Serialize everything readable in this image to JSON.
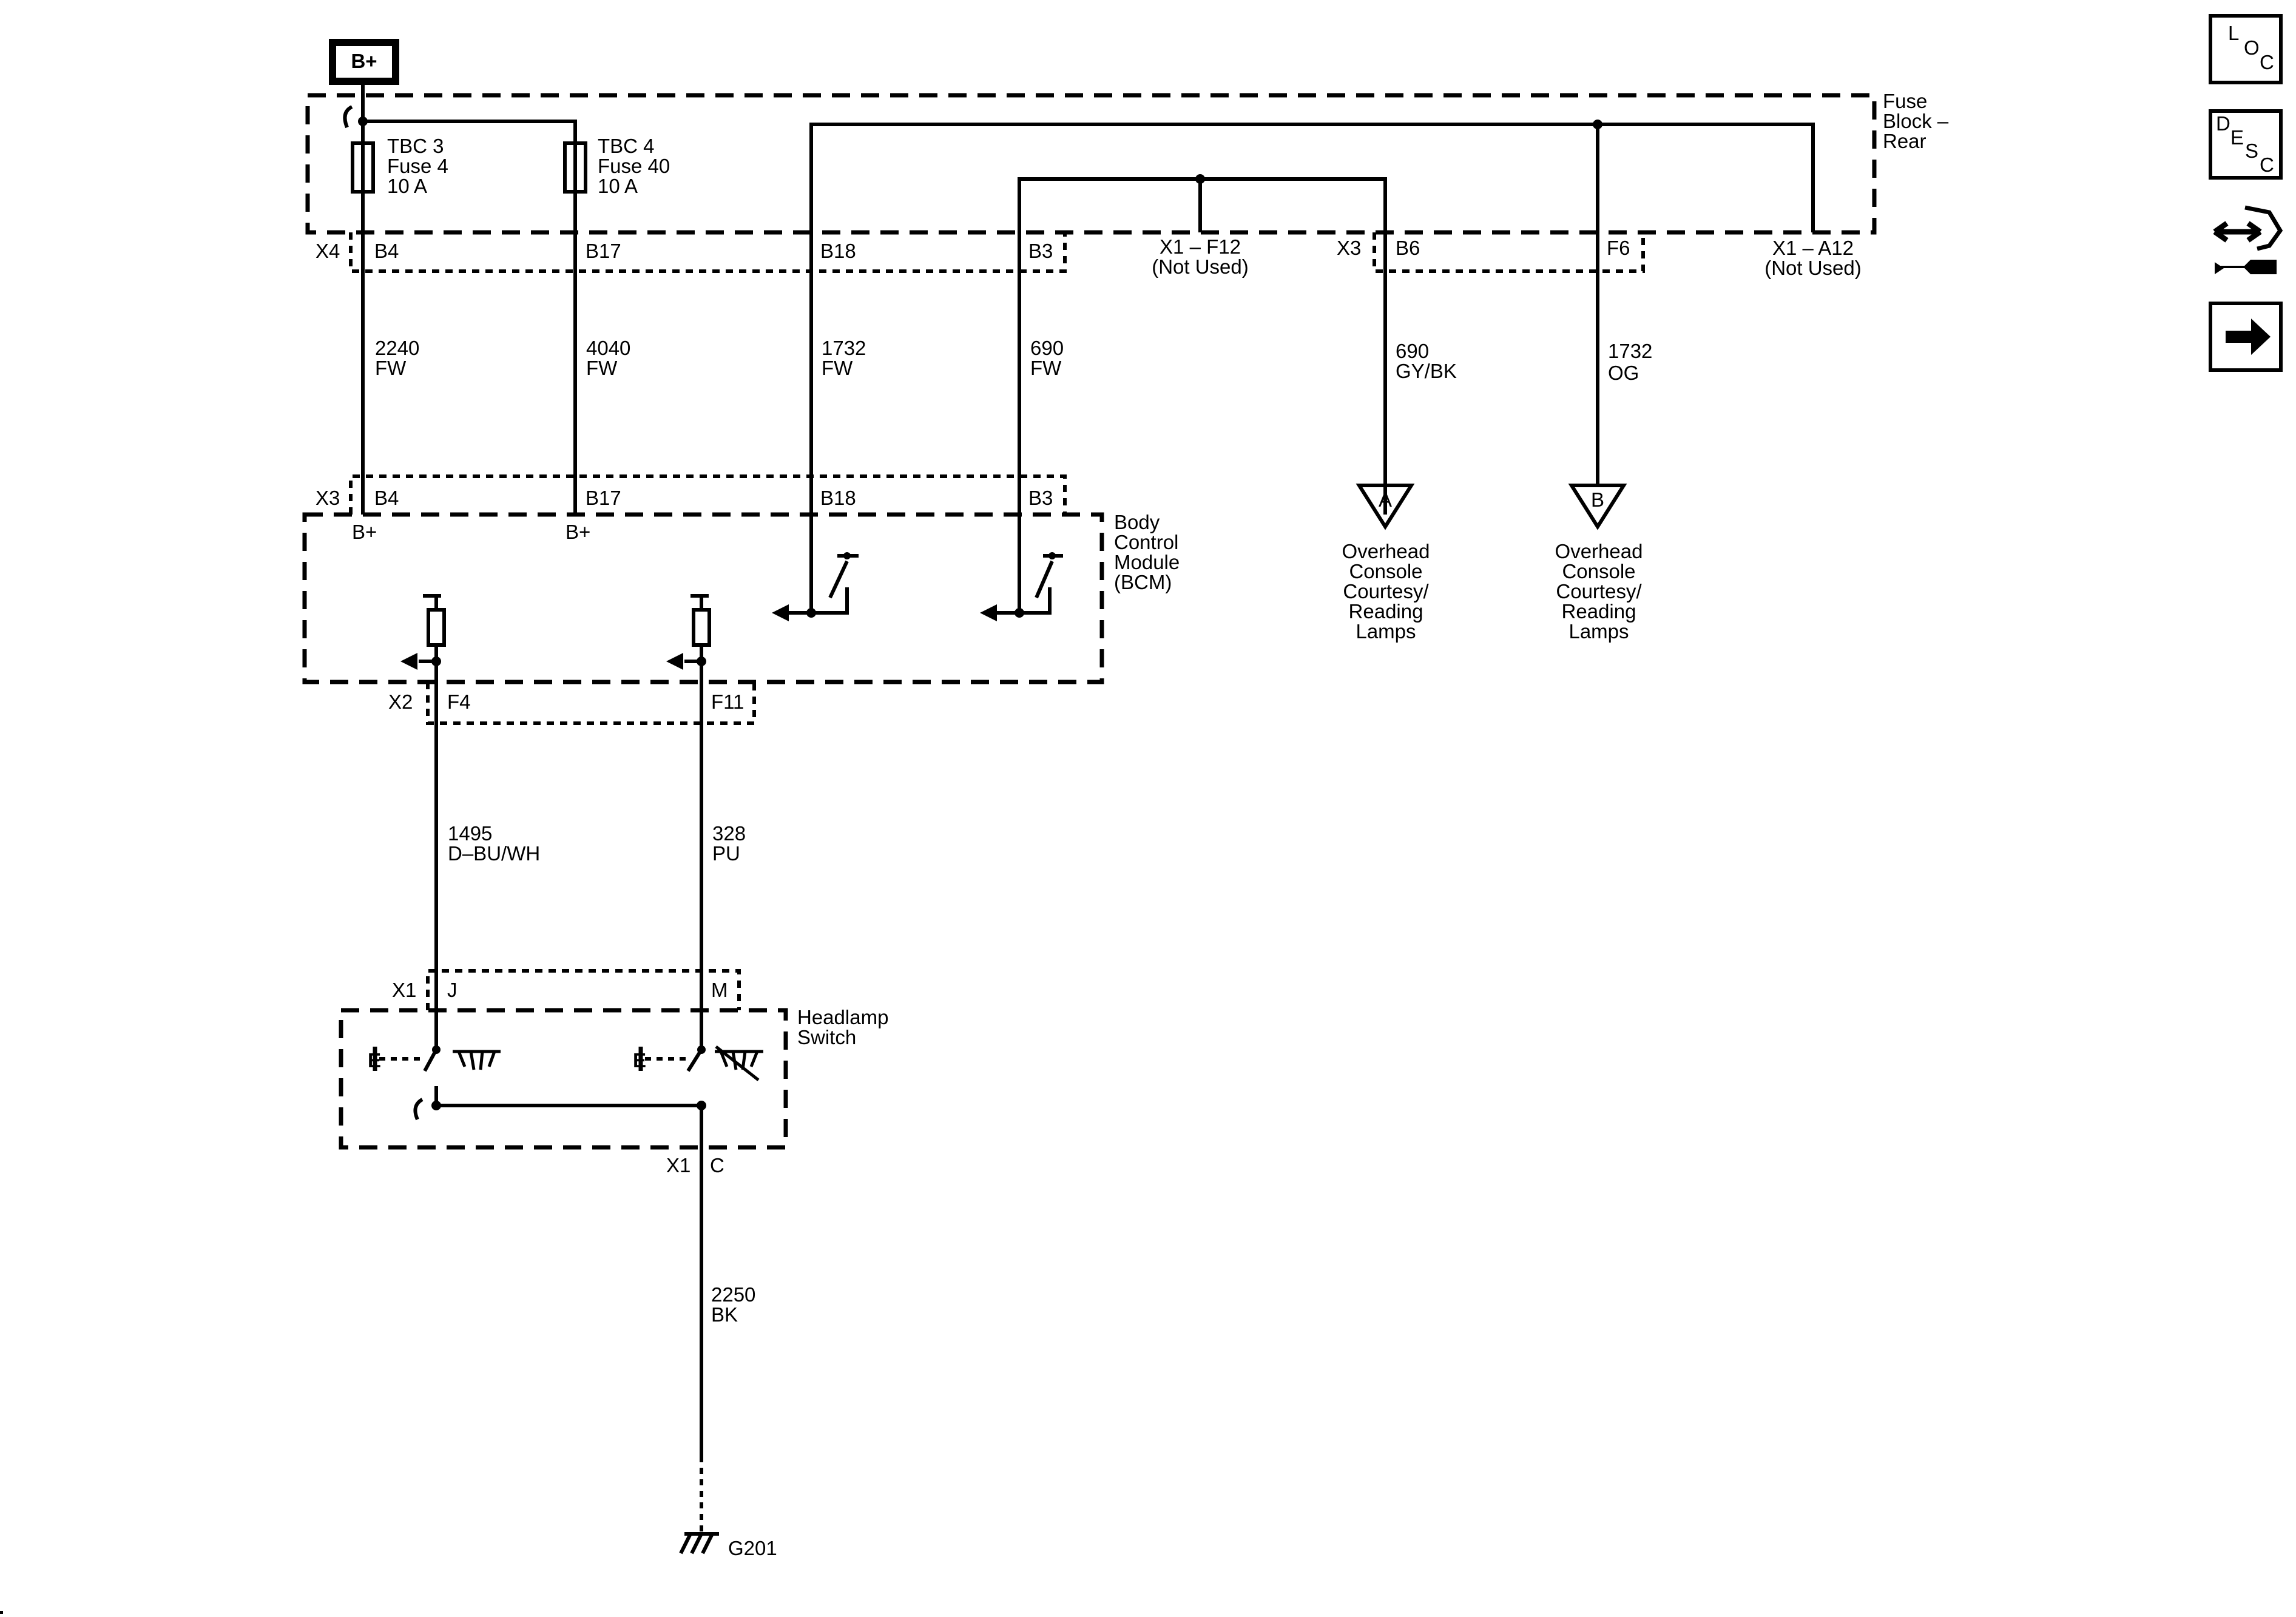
{
  "power": {
    "label": "B+"
  },
  "fuse_block": {
    "name": "Fuse\nBlock –\nRear",
    "fuses": [
      {
        "text": "TBC 3\nFuse 4\n10 A"
      },
      {
        "text": "TBC 4\nFuse 40\n10 A"
      }
    ],
    "connector_x4": "X4",
    "connector_x3": "X3",
    "pins": [
      "B4",
      "B17",
      "B18",
      "B3",
      "B6",
      "F6"
    ],
    "not_used": [
      {
        "text": "X1 – F12\n(Not Used)"
      },
      {
        "text": "X1 – A12\n(Not Used)"
      }
    ]
  },
  "wires": [
    {
      "text": "2240\nFW"
    },
    {
      "text": "4040\nFW"
    },
    {
      "text": "1732\nFW"
    },
    {
      "text": "690\nFW"
    },
    {
      "text": "690\nGY/BK"
    },
    {
      "text": "1732\nOG"
    },
    {
      "text": "1495\nD–BU/WH"
    },
    {
      "text": "328\nPU"
    },
    {
      "text": "2250\nBK"
    }
  ],
  "bcm": {
    "name": "Body\nControl\nModule\n(BCM)",
    "connector_x3": "X3",
    "pins": [
      "B4",
      "B17",
      "B18",
      "B3"
    ],
    "bplus": [
      "B+",
      "B+"
    ],
    "connector_x2": "X2",
    "pins_x2": [
      "F4",
      "F11"
    ]
  },
  "offpage": [
    {
      "letter": "A",
      "text": "Overhead\nConsole\nCourtesy/\nReading\nLamps"
    },
    {
      "letter": "B",
      "text": "Overhead\nConsole\nCourtesy/\nReading\nLamps"
    }
  ],
  "headlamp_switch": {
    "name": "Headlamp\nSwitch",
    "connector_x1": "X1",
    "pins": [
      "J",
      "M"
    ],
    "bottom_connector": "X1",
    "bottom_pin": "C",
    "e_labels": [
      "E",
      "E"
    ]
  },
  "ground": {
    "label": "G201"
  },
  "side_buttons": {
    "loc": {
      "letters": [
        "L",
        "O",
        "C"
      ]
    },
    "desc": {
      "letters": [
        "D",
        "E",
        "S",
        "C"
      ]
    }
  },
  "colors": {
    "ink": "#000000",
    "background": "#ffffff"
  }
}
